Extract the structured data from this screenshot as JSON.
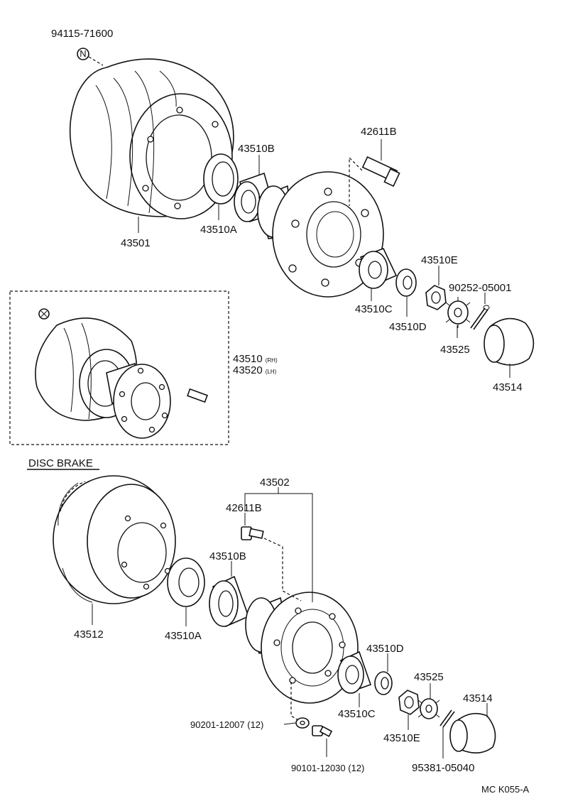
{
  "diagram": {
    "drum_section": {
      "plug": "94115-71600",
      "plug_symbol": "N",
      "drum": "43501",
      "outer_bearing_race": "43510A",
      "outer_bearing": "43510B",
      "hub_bolt": "42611B",
      "inner_bearing": "43510C",
      "washer": "43510D",
      "nut": "43510E",
      "cotter_pin": "90252-05001",
      "lock_cap": "43525",
      "grease_cap": "43514"
    },
    "assembly_box": {
      "rh_number": "43510",
      "rh_suffix": "(RH)",
      "lh_number": "43520",
      "lh_suffix": "(LH)"
    },
    "disc_section": {
      "heading": "DISC BRAKE",
      "hub_assembly": "43502",
      "hub_bolt": "42611B",
      "outer_bearing": "43510B",
      "disc": "43512",
      "outer_bearing_race": "43510A",
      "washer": "43510D",
      "lock_cap": "43525",
      "grease_cap": "43514",
      "inner_bearing": "43510C",
      "nut": "43510E",
      "washer_bolt": "90201-12007 (12)",
      "mount_bolt": "90101-12030 (12)",
      "cotter_pin": "95381-05040"
    },
    "catalog_code": "MC K055-A"
  }
}
